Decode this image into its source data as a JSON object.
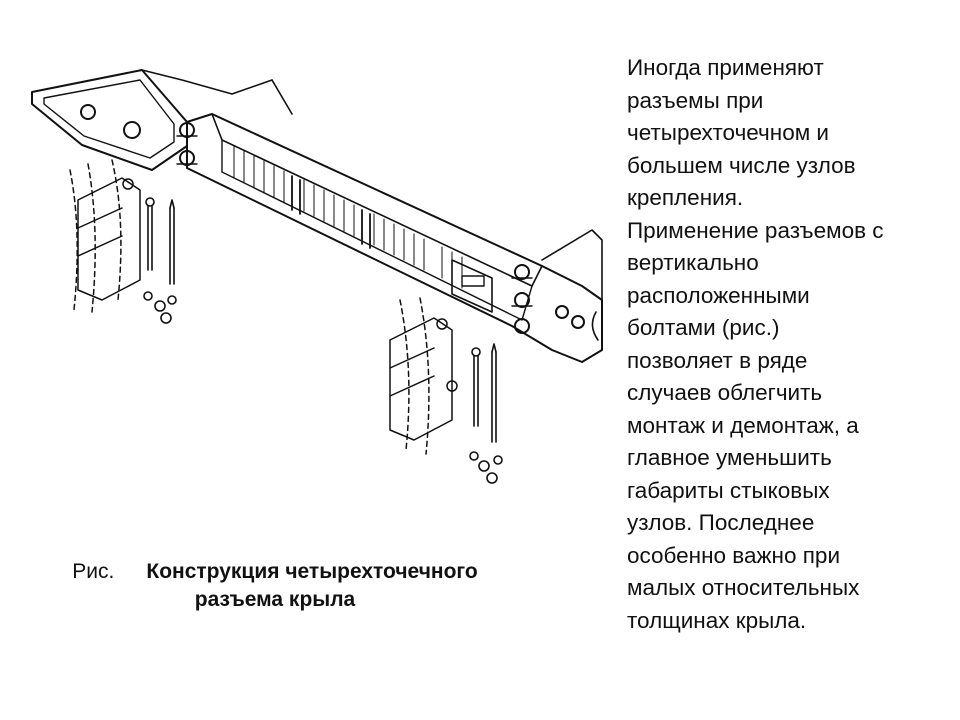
{
  "caption": {
    "prefix": "Рис.",
    "title": "Конструкция четырехточечного разъема крыла"
  },
  "body": {
    "text": "Иногда применяют\nразъемы при\nчетырехточечном и\nбольшем числе узлов\nкрепления.\nПрименение разъемов с\nвертикально\nрасположенными\nболтами (рис.)\nпозволяет в ряде\nслучаев облегчить\nмонтаж и демонтаж, а\nглавное уменьшить\nгабариты стыковых\nузлов. Последнее\nособенно важно при\nмалых относительных\nтолщинах крыла."
  }
}
